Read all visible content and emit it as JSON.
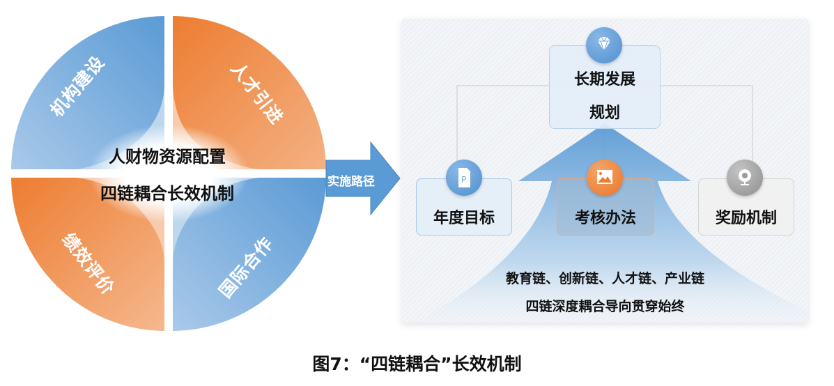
{
  "wheel": {
    "segments": [
      {
        "label": "机构建设",
        "color": "#5b9bd5"
      },
      {
        "label": "人才引进",
        "color": "#ed7d31"
      },
      {
        "label": "国际合作",
        "color": "#5b9bd5"
      },
      {
        "label": "绩效评价",
        "color": "#ed7d31"
      }
    ],
    "center_line1": "人财物资源配置",
    "center_line2": "四链耦合长效机制"
  },
  "arrow": {
    "label": "实施路径",
    "color": "#5b9bd5"
  },
  "panel": {
    "top_node": {
      "line1": "长期发展",
      "line2": "规划",
      "icon": "diamond-icon"
    },
    "nodes": [
      {
        "label": "年度目标",
        "icon": "document-p-icon",
        "color": "#5b9bd5"
      },
      {
        "label": "考核办法",
        "icon": "image-icon",
        "color": "#ed7d31"
      },
      {
        "label": "奖励机制",
        "icon": "webcam-icon",
        "color": "#a5a5a5"
      }
    ],
    "bottom_line1": "教育链、创新链、人才链、产业链",
    "bottom_line2": "四链深度耦合导向贯穿始终"
  },
  "caption": "图7：“四链耦合”长效机制"
}
